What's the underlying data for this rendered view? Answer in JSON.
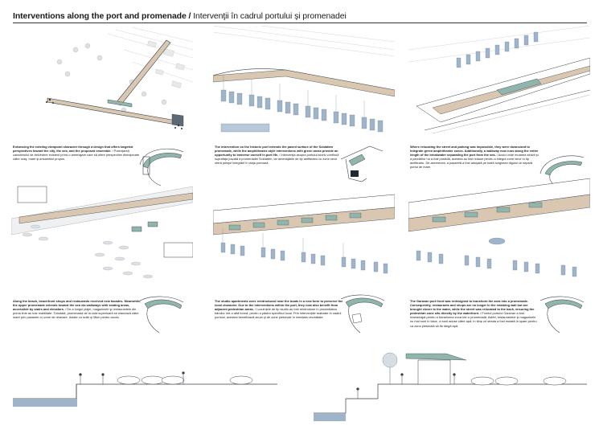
{
  "page": {
    "title_en": "Interventions along the port and promenade /",
    "title_ro": " Intervenţii în cadrul portului şi promenadei"
  },
  "colors": {
    "accent": "#8fb5ad",
    "water": "#9fb4c8",
    "promenade": "#d9c7b1",
    "line": "#3a3f48"
  },
  "panels": [
    {
      "caption_en": "Enhancing the existing viewpoint character through a design that offers targeted perspectives toward the city, the sea, and the proposed ensemble.",
      "caption_ro": " / Potenţarea caracterului de belvedere existent printr-o amenajare care să ofere perspective direcţionate către oraş, mare şi ansamblul propus."
    },
    {
      "caption_en": "The intervention on the historic port extends the paved surface of the Soldatten promenade, while the amphitheater-style interventions with green areas provide an opportunity to immerse oneself in port life.",
      "caption_ro": " / Intervenţia asupra portului istoric continuă suprafaţa pavată a promenadei Soldatten, iar amenajările de tip amfiteatru cu zone verzi oferă prilejul integrării în viaţa portuară."
    },
    {
      "caption_en": "Where relocating the street and parking was impossible, they were downsized to integrate green amphitheater zones. Additionally, a walkway now runs along the entire length of the breakwater separating the port from the sea.",
      "caption_ro": " / Acolo unde mutarea străzii şi a parcărilor nu a fost posibilă, acestea au fost reduse pentru a integra zone verzi în tip amfiteatru. De asemenea, a pasarelă a fost aduşată pe toată lungimea digului ce separă portul de mare."
    },
    {
      "caption_en": "Along the beach, beachfront shops and restaurants received new facades. Meanwhile, the upper promenade extends toward the sea via walkways with seating areas, accessible by stairs and elevators.",
      "caption_ro": " / De-a lungul plajei, magazinele şi restaurantele din prima linie au fost reabilitate. Totodată, promenada de la cota superioară se elanează către mare prin pasarele cu zone de relaxare, dotate cu scări şi lifturi pentru acces."
    },
    {
      "caption_en": "The studio apartments were reintroduced near the boats in a new form to preserve the local character. Due to the interventions within the port, they now also benefit from adjacent pedestrian areas.",
      "caption_ro": " / Locuinţele de tip studio au fost reintroduse în proximitatea bărcilor într-o altă formă, pentru a păstra specificul local. Prin intervenţiile realizate în cadrul portului, acestea beneficiază acum şi de zone pietonale în imediata vecinătate."
    },
    {
      "caption_en": "The Garavan port front was redesigned to transform the area into a promenade. Consequently, restaurants and shops are no longer in the retaining wall but are brought closer to the water, while the street was relocated to the back, ensuring the pedestrian zone sits directly by the waterfront.",
      "caption_ro": " / Frontul portului Garavan a fost reamenajat pentru a transforma zona într-o promenadă. Astfel, restaurantele şi magazinele nu mai sunt în taluz, ci sunt aduse către apă, în timp ce strada a fost mutată în spate pentru ca zona pietonală să fie lângă apă."
    }
  ]
}
